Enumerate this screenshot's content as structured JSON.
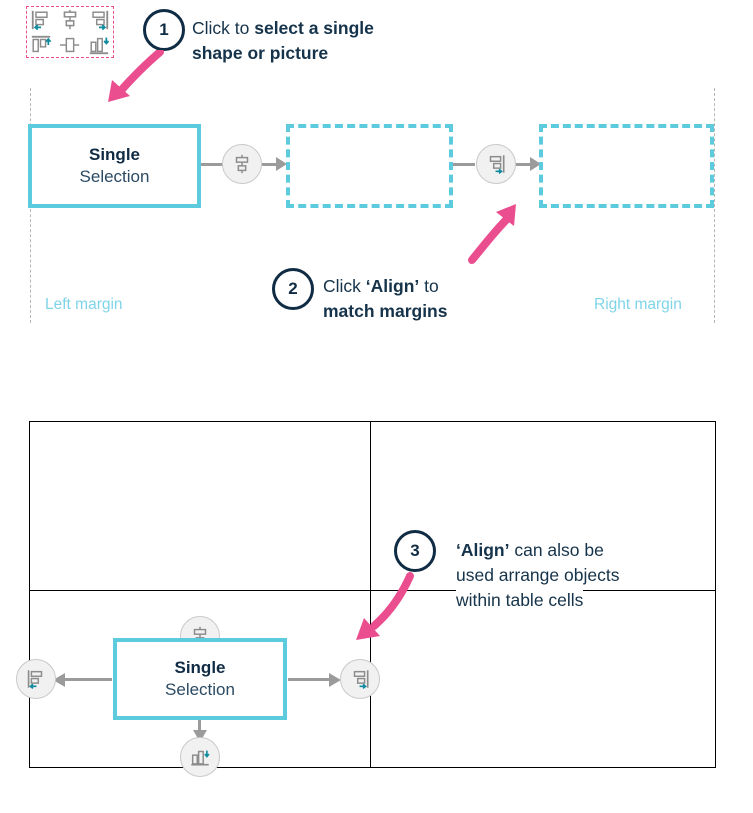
{
  "toolbar": {
    "name": "align-tools-gallery",
    "frame_color": "#ea4e8f",
    "icons": [
      {
        "id": "align-left-icon",
        "label": "Align Left"
      },
      {
        "id": "align-center-icon",
        "label": "Align Center"
      },
      {
        "id": "align-right-icon",
        "label": "Align Right"
      },
      {
        "id": "align-top-icon",
        "label": "Align Top"
      },
      {
        "id": "align-middle-icon",
        "label": "Align Middle"
      },
      {
        "id": "align-bottom-icon",
        "label": "Align Bottom"
      }
    ]
  },
  "steps": [
    {
      "number": "1",
      "line1_plain": "Click to ",
      "line1_bold": "select a single",
      "line2_bold": "shape or picture"
    },
    {
      "number": "2",
      "line1_plain": "Click ",
      "line1_bold": "‘Align’",
      "line1_tail": " to",
      "line2_bold": "match margins"
    },
    {
      "number": "3",
      "line1_bold": "‘Align’",
      "line1_tail": " can also be",
      "line2": "used arrange objects",
      "line3": "within table cells"
    }
  ],
  "top_section": {
    "shape_title": "Single",
    "shape_subtitle": "Selection",
    "left_margin_label": "Left margin",
    "right_margin_label": "Right margin",
    "selected_shape_color": "#5bcbdd",
    "ghost_shape_1": "",
    "ghost_shape_2": "",
    "button_center": "align-center-icon",
    "button_right": "align-right-icon"
  },
  "bottom_section": {
    "shape_title": "Single",
    "shape_subtitle": "Selection",
    "button_top": "align-center-icon",
    "button_left": "align-left-icon",
    "button_right": "align-right-icon",
    "button_bottom": "align-bottom-icon"
  },
  "colors": {
    "accent_teal": "#5bcbdd",
    "accent_pink": "#ea4e8f",
    "navy": "#102c44",
    "margin_text": "#7fd4e8",
    "connector_grey": "#9b9b9b",
    "icon_teal": "#0f8ba0"
  }
}
